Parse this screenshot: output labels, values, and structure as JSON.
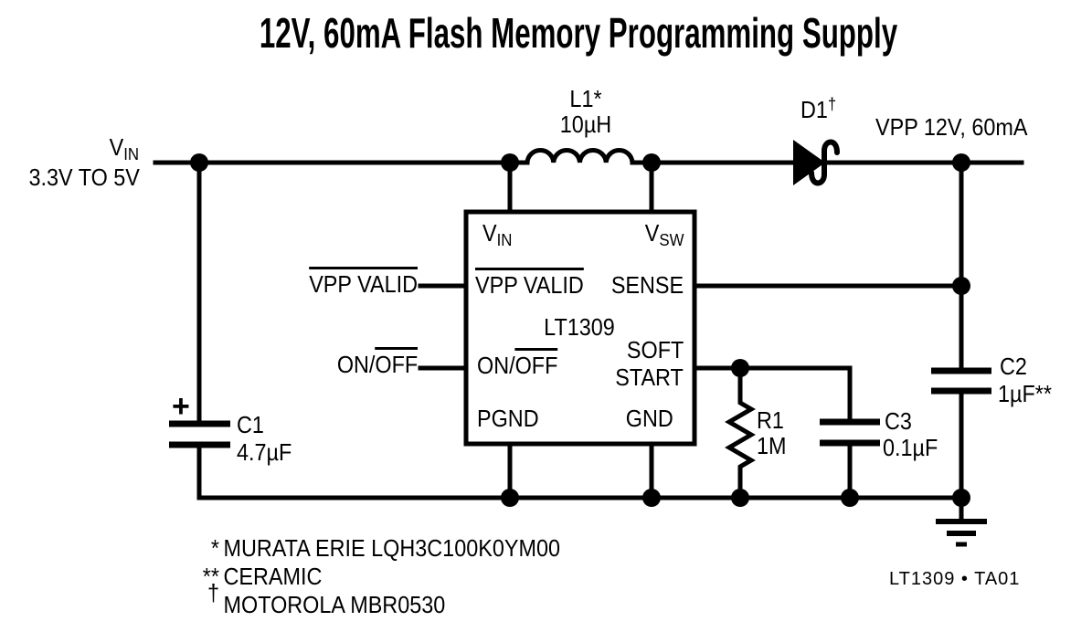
{
  "colors": {
    "ink": "#000000",
    "paper": "#ffffff"
  },
  "title": "12V, 60mA Flash Memory Programming Supply",
  "input": {
    "name": "V",
    "name_sub": "IN",
    "range": "3.3V TO 5V"
  },
  "output_label": "VPP 12V, 60mA",
  "components": {
    "l1": {
      "type": "inductor",
      "ref": "L1",
      "ref_marker": "*",
      "value": "10µH"
    },
    "d1": {
      "type": "schottky-diode",
      "ref": "D1",
      "ref_marker": "†"
    },
    "c1": {
      "type": "polarized-capacitor",
      "ref": "C1",
      "value": "4.7µF",
      "polarity_mark": "+"
    },
    "c2": {
      "type": "capacitor",
      "ref": "C2",
      "value": "1µF",
      "value_marker": "**"
    },
    "c3": {
      "type": "capacitor",
      "ref": "C3",
      "value": "0.1µF"
    },
    "r1": {
      "type": "resistor",
      "ref": "R1",
      "value": "1M"
    }
  },
  "ic": {
    "part": "LT1309",
    "pins": {
      "vin": {
        "name": "V",
        "sub": "IN"
      },
      "vsw": {
        "name": "V",
        "sub": "SW"
      },
      "vpp_valid": "VPP VALID",
      "sense": "SENSE",
      "onoff_plain": "ON/",
      "onoff_overlined": "OFF",
      "soft_start_line1": "SOFT",
      "soft_start_line2": "START",
      "pgnd": "PGND",
      "gnd": "GND"
    }
  },
  "external_signals": {
    "vpp_valid": "VPP VALID",
    "onoff_plain": "ON/",
    "onoff_overlined": "OFF"
  },
  "notes": [
    {
      "marker": "*",
      "text": "MURATA ERIE LQH3C100K0YM00"
    },
    {
      "marker": "**",
      "text": "CERAMIC"
    },
    {
      "marker": "†",
      "text": "MOTOROLA MBR0530"
    }
  ],
  "footer": "LT1309 • TA01"
}
